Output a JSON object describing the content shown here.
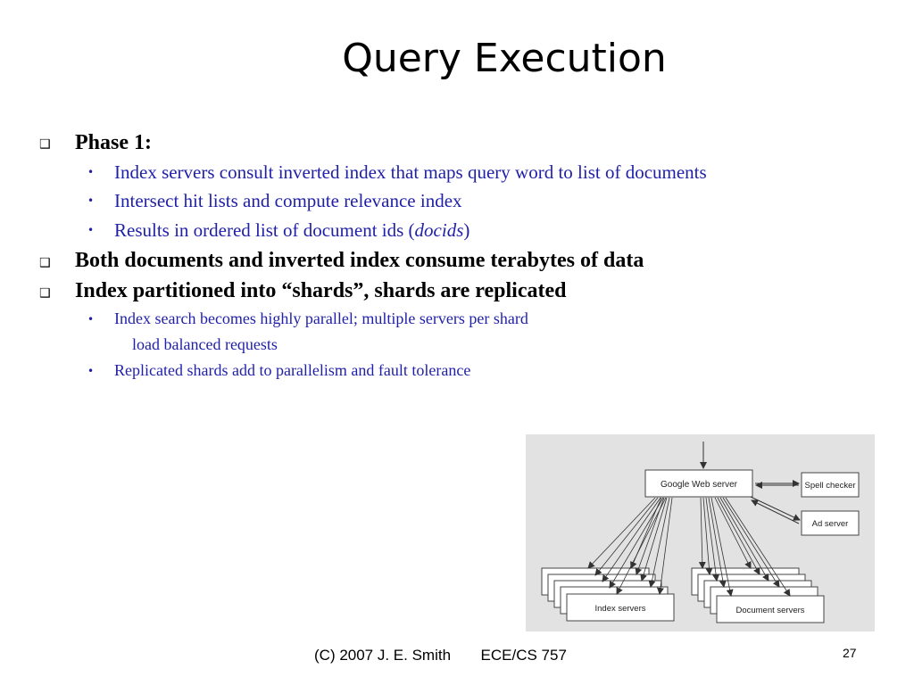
{
  "slide": {
    "title": "Query Execution",
    "bullets": {
      "phase1": "Phase 1:",
      "phase1_items": [
        "Index servers consult inverted index that maps query word to list of documents",
        "Intersect hit lists and compute relevance index"
      ],
      "phase1_results_prefix": "Results in ordered list of document ids (",
      "phase1_results_italic": "docids",
      "phase1_results_suffix": ")",
      "terabytes": "Both documents and inverted index consume terabytes of data",
      "shards": "Index partitioned into “shards”, shards are replicated",
      "shards_items": [
        "Index search becomes highly parallel; multiple servers per shard",
        "Replicated shards add to parallelism and fault tolerance"
      ],
      "shards_continuation": "load balanced requests"
    },
    "icons": {
      "l1_marker": "❑",
      "l2_marker": "•"
    },
    "figure": {
      "web_server": "Google Web server",
      "spell_checker": "Spell checker",
      "ad_server": "Ad server",
      "index_servers": "Index servers",
      "document_servers": "Document servers"
    },
    "footer": {
      "copyright": "(C) 2007 J. E. Smith",
      "course": "ECE/CS 757",
      "page_number": "27"
    },
    "colors": {
      "sub_bullet_text": "#1f1fa8",
      "figure_background": "#e2e2e2"
    }
  }
}
